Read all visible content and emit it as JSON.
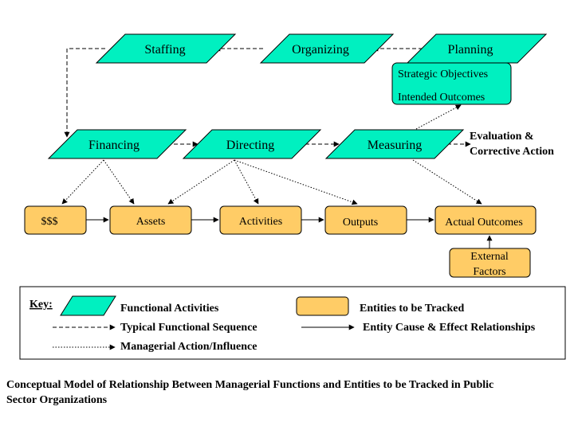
{
  "functions": {
    "staffing": "Staffing",
    "organizing": "Organizing",
    "planning": "Planning",
    "financing": "Financing",
    "directing": "Directing",
    "measuring": "Measuring"
  },
  "planning_box": {
    "line1": "Strategic Objectives",
    "line2": "Intended Outcomes"
  },
  "evaluation": {
    "line1": "Evaluation &",
    "line2": "Corrective Action"
  },
  "entities": {
    "money": "$$$",
    "assets": "Assets",
    "activities": "Activities",
    "outputs": "Outputs",
    "actual_outcomes": "Actual Outcomes",
    "external_line1": "External",
    "external_line2": "Factors"
  },
  "key": {
    "title": "Key:",
    "functional_activities": "Functional Activities",
    "entities_tracked": "Entities to be Tracked",
    "typical_sequence": "Typical Functional Sequence",
    "cause_effect": "Entity Cause & Effect Relationships",
    "managerial_action": "Managerial Action/Influence"
  },
  "caption": {
    "line1": "Conceptual Model of Relationship Between Managerial Functions and Entities to be Tracked in Public",
    "line2": "Sector Organizations"
  },
  "colors": {
    "function_fill": "#00f0c0",
    "entity_fill": "#ffcc66",
    "stroke": "#000000"
  }
}
